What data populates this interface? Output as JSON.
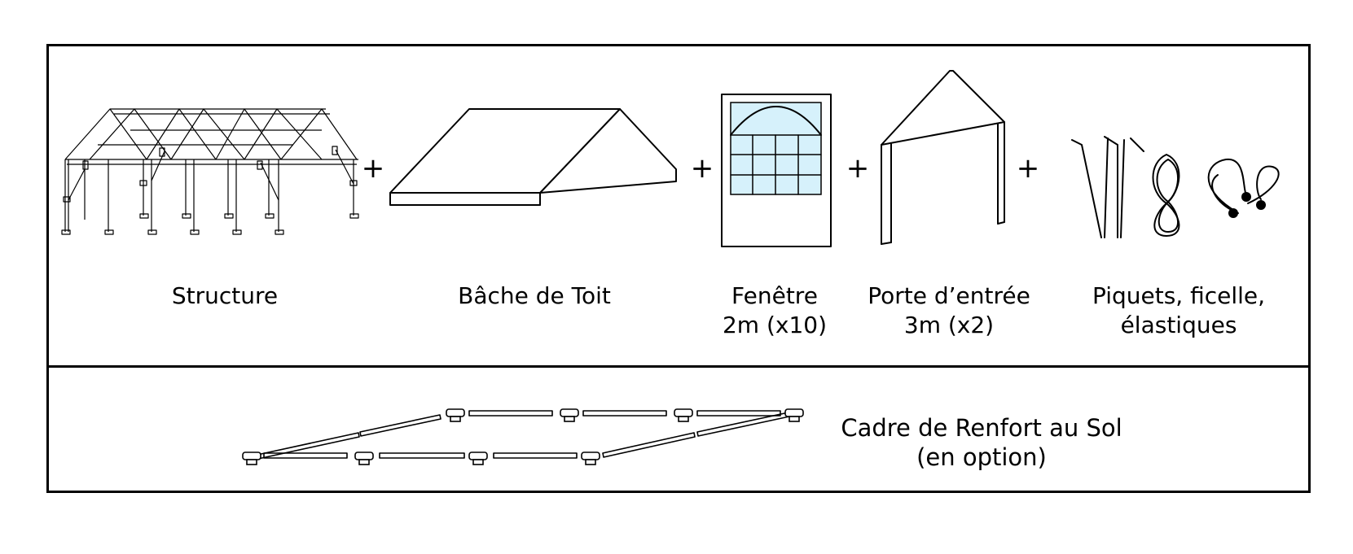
{
  "items": {
    "structure": "Structure",
    "roof": "Bâche de Toit",
    "window_line1": "Fenêtre",
    "window_line2": "2m (x10)",
    "door_line1": "Porte d’entrée",
    "door_line2": "3m (x2)",
    "stakes_line1": "Piquets, ficelle,",
    "stakes_line2": "élastiques"
  },
  "plus_sign": "+",
  "option": {
    "line1": "Cadre de Renfort au Sol",
    "line2": "(en option)"
  },
  "colors": {
    "window_glass": "#d6f1fb",
    "line": "#000000"
  }
}
